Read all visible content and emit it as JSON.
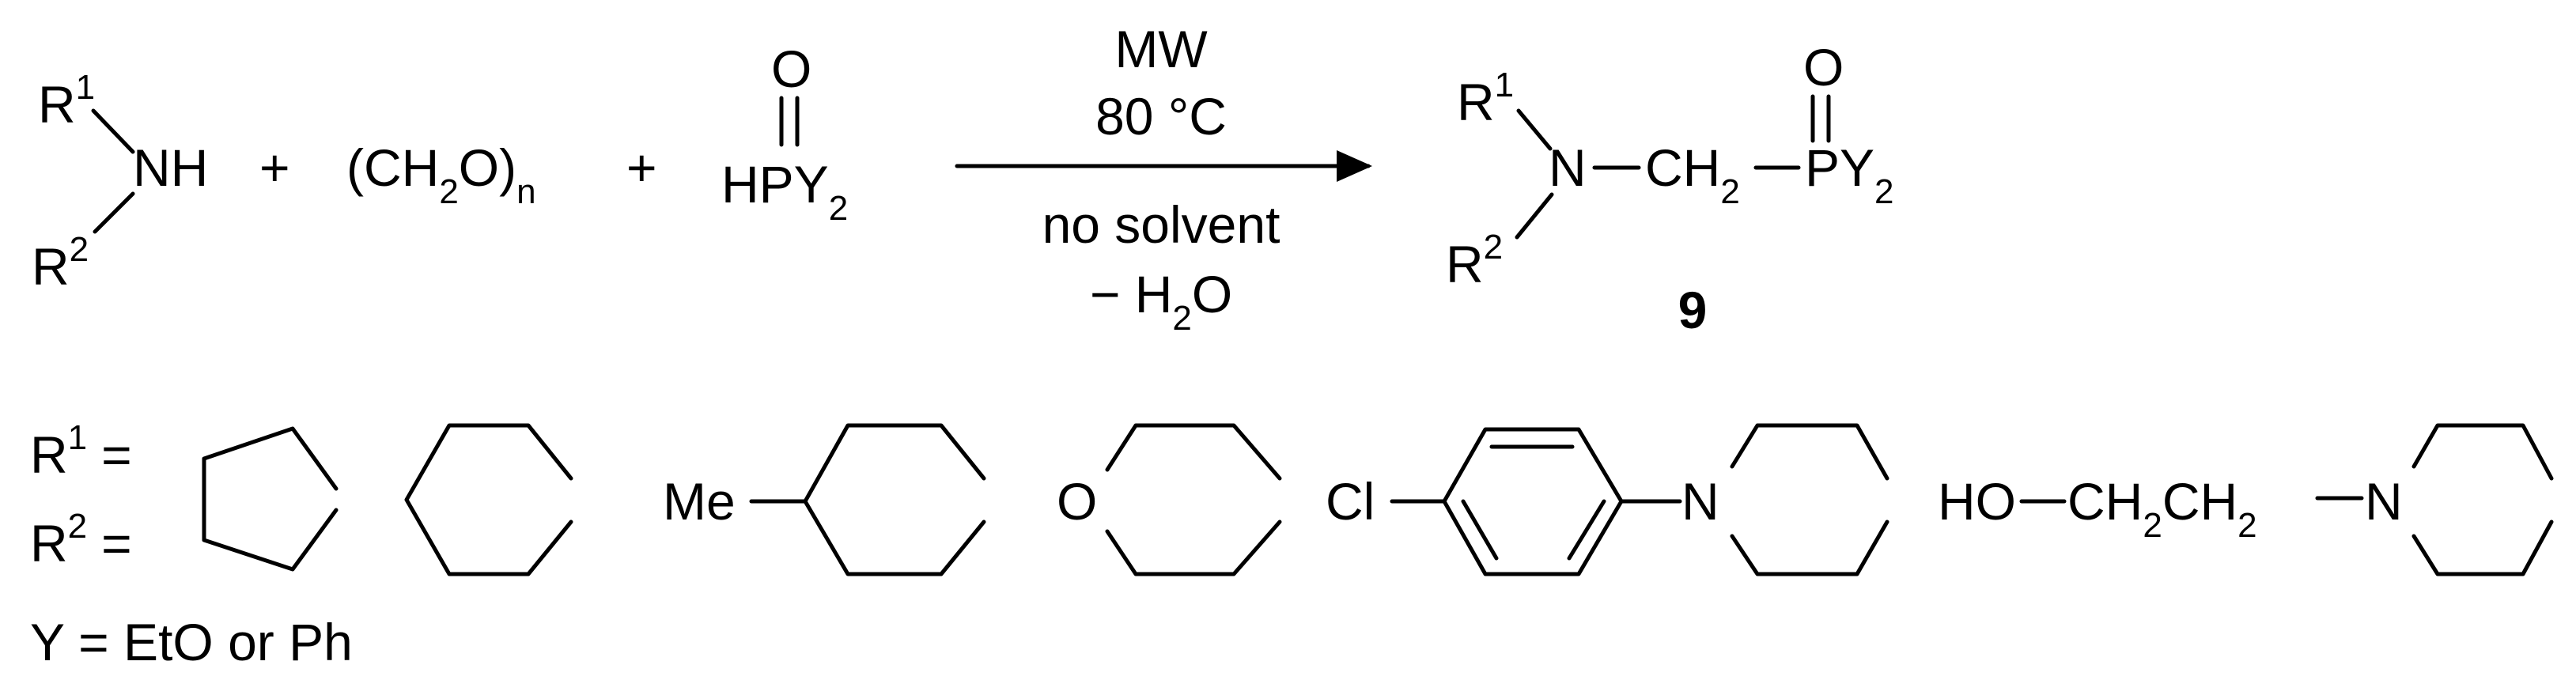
{
  "reactants": {
    "amine": {
      "r1": "R",
      "r1_sup": "1",
      "r2": "R",
      "r2_sup": "2",
      "nh": "NH"
    },
    "plus": "+",
    "formaldehyde": {
      "open": "(CH",
      "sub2": "2",
      "mid": "O)",
      "subn": "n"
    },
    "phosphorus": {
      "oxygen": "O",
      "main": "HPY",
      "sub2": "2"
    }
  },
  "conditions": {
    "above1": "MW",
    "above2": "80 °C",
    "below1": "no solvent",
    "below2_prefix": "− H",
    "below2_sub": "2",
    "below2_suffix": "O"
  },
  "product": {
    "r1": "R",
    "r1_sup": "1",
    "r2": "R",
    "r2_sup": "2",
    "n": "N",
    "ch": "CH",
    "ch_sub": "2",
    "p": "PY",
    "p_sub": "2",
    "oxygen": "O",
    "label": "9"
  },
  "legend": {
    "r1_label": "R",
    "r1_sup": "1",
    "r2_label": "R",
    "r2_sup": "2",
    "equals": "=",
    "y_def": "Y = EtO or Ph",
    "me": "Me",
    "morph_o": "O",
    "cl": "Cl",
    "n": "N",
    "hoch": {
      "ho": "HO",
      "ch1": "CH",
      "sub1": "2",
      "ch2": "CH",
      "sub2": "2",
      "n": "N"
    }
  }
}
